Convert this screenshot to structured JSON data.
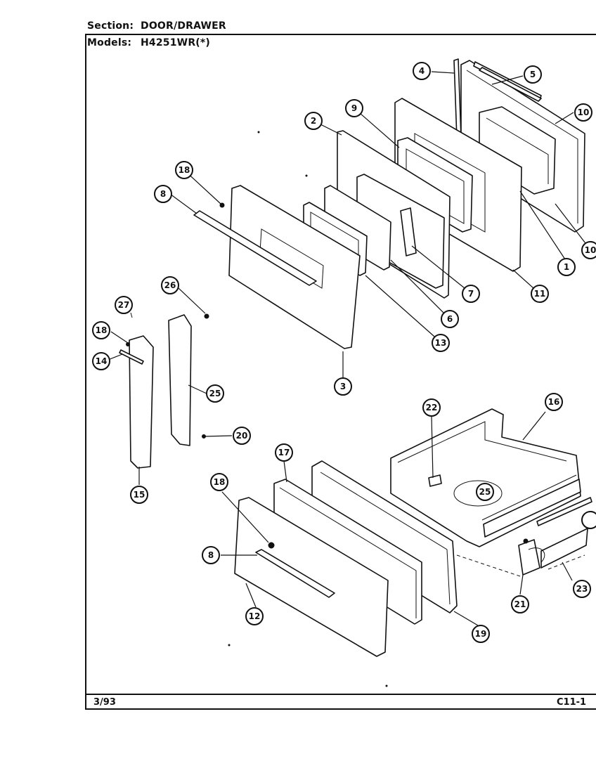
{
  "header": {
    "section_label": "Section:",
    "section_value": "DOOR/DRAWER",
    "models_label": "Models:",
    "models_value": "H4251WR(*)"
  },
  "footer": {
    "date": "3/93",
    "page_code": "C11-1"
  },
  "callouts": [
    "1",
    "2",
    "3",
    "4",
    "5",
    "6",
    "7",
    "8",
    "9",
    "10",
    "11",
    "12",
    "13",
    "14",
    "15",
    "16",
    "17",
    "18",
    "19",
    "20",
    "21",
    "22",
    "23",
    "25",
    "26",
    "27"
  ]
}
